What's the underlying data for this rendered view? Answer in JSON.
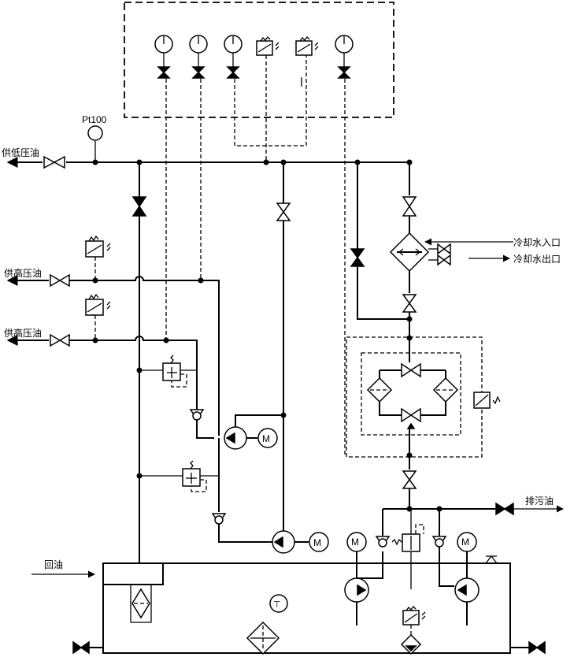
{
  "labels": {
    "pt100": "Pt100",
    "low_pressure_supply": "供低压油",
    "high_pressure_supply_1": "供高压油",
    "high_pressure_supply_2": "供高压油",
    "cooling_water_in": "冷却水入口",
    "cooling_water_out": "冷却水出口",
    "drain": "排污油",
    "return_oil": "回油",
    "motor": "M"
  }
}
